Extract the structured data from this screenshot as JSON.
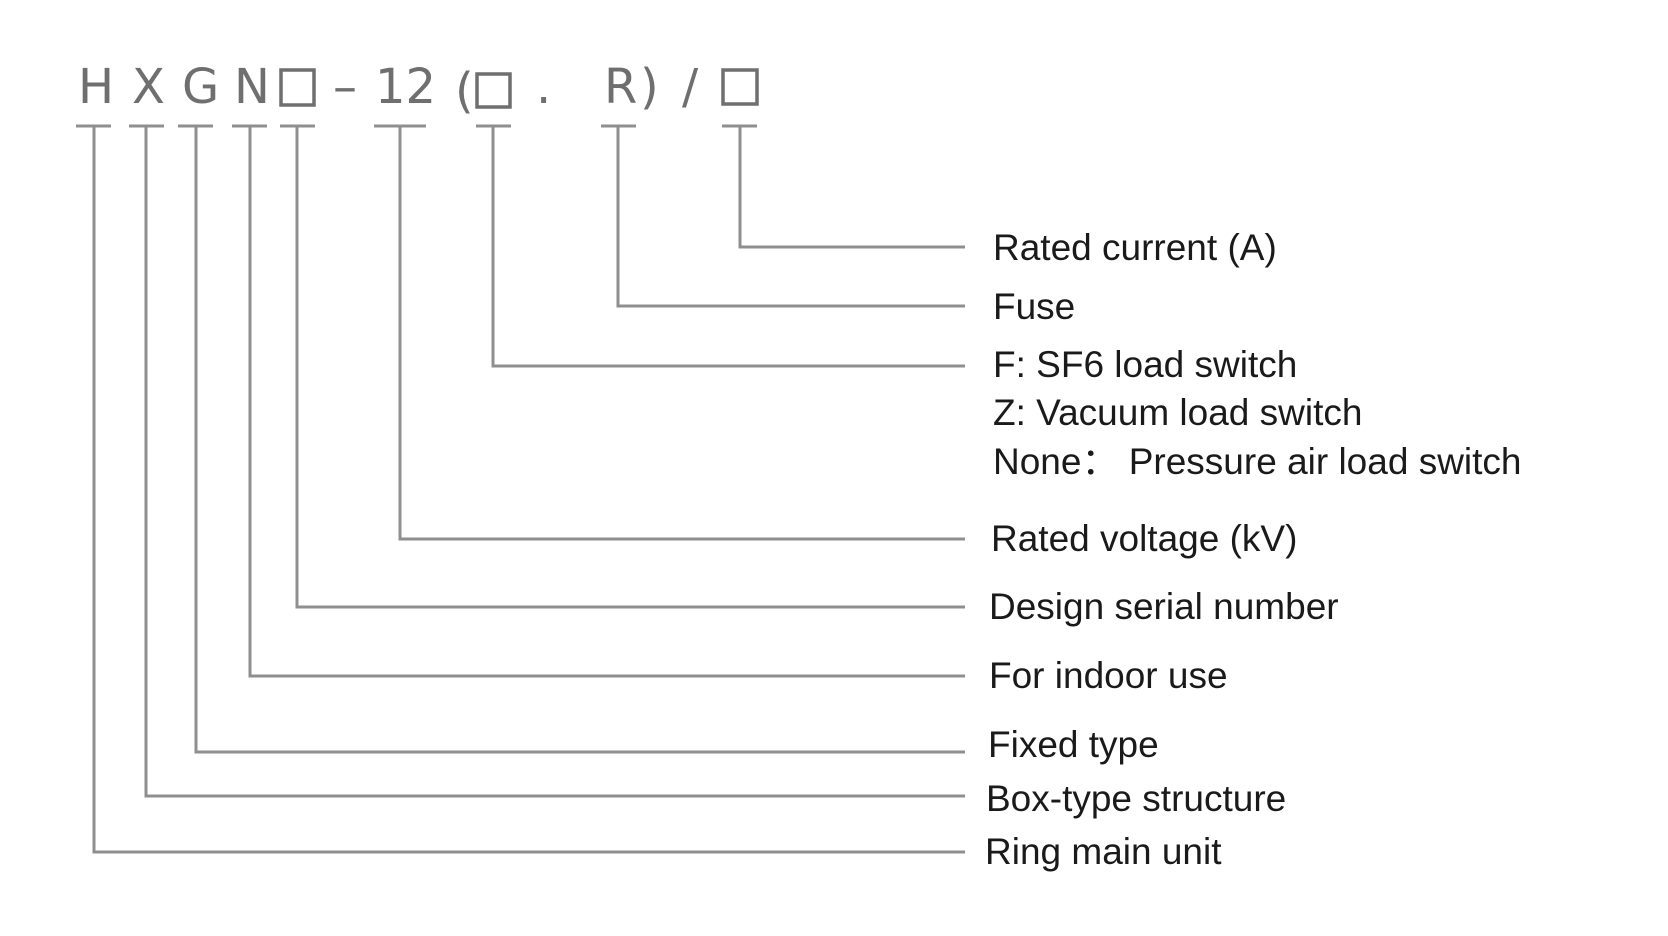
{
  "code": {
    "chars": [
      "H",
      "X",
      "G",
      "N",
      "□",
      "–",
      "12",
      "(",
      "□",
      ".",
      "R",
      ")",
      "/",
      "□"
    ]
  },
  "descriptions": [
    {
      "id": "rated-current",
      "lines": [
        "Rated current (A)"
      ]
    },
    {
      "id": "fuse",
      "lines": [
        "Fuse"
      ]
    },
    {
      "id": "switch-type",
      "lines": [
        "F: SF6 load switch",
        "Z: Vacuum load switch",
        "None： Pressure air load switch"
      ]
    },
    {
      "id": "rated-voltage",
      "lines": [
        "Rated voltage (kV)"
      ]
    },
    {
      "id": "design-serial",
      "lines": [
        "Design serial number"
      ]
    },
    {
      "id": "indoor-use",
      "lines": [
        "For indoor use"
      ]
    },
    {
      "id": "fixed-type",
      "lines": [
        "Fixed type"
      ]
    },
    {
      "id": "box-type",
      "lines": [
        "Box-type structure"
      ]
    },
    {
      "id": "ring-main",
      "lines": [
        "Ring main unit"
      ]
    }
  ]
}
